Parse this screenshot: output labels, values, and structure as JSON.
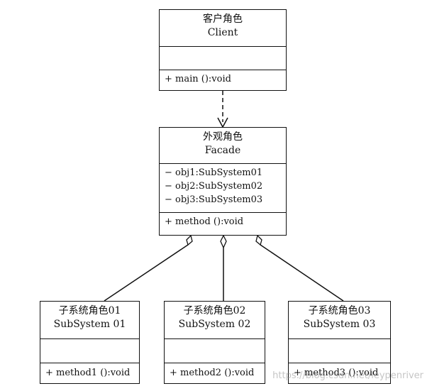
{
  "client": {
    "name_cn": "客户角色",
    "name_en": "Client",
    "attributes": [],
    "operations": [
      "+ main ():void"
    ]
  },
  "facade": {
    "name_cn": "外观角色",
    "name_en": "Facade",
    "attributes": [
      "− obj1:SubSystem01",
      "− obj2:SubSystem02",
      "− obj3:SubSystem03"
    ],
    "operations": [
      "+ method ():void"
    ]
  },
  "subsystems": [
    {
      "name_cn": "子系统角色01",
      "name_en": "SubSystem  01",
      "operations": [
        "+ method1 ():void"
      ]
    },
    {
      "name_cn": "子系统角色02",
      "name_en": "SubSystem  02",
      "operations": [
        "+ method2 ():void"
      ]
    },
    {
      "name_cn": "子系统角色03",
      "name_en": "SubSystem  03",
      "operations": [
        "+ method3 ():void"
      ]
    }
  ],
  "relations": [
    {
      "type": "dependency",
      "from": "Client",
      "to": "Facade"
    },
    {
      "type": "aggregation",
      "from": "Facade",
      "to": "SubSystem01"
    },
    {
      "type": "aggregation",
      "from": "Facade",
      "to": "SubSystem02"
    },
    {
      "type": "aggregation",
      "from": "Facade",
      "to": "SubSystem03"
    }
  ],
  "watermark": "https://blog.csdn.net/leypenriver"
}
